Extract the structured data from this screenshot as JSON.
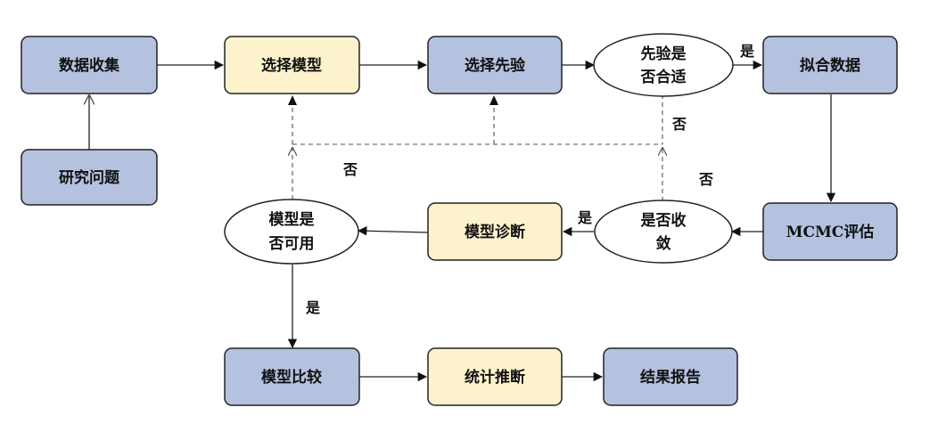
{
  "colors": {
    "blue_node": "#b4c2e0",
    "yellow_node": "#fcf3cd",
    "decision_node": "#ffffff",
    "line": "#222222"
  },
  "nodes": {
    "collect": {
      "label": "数据收集"
    },
    "research": {
      "label": "研究问题"
    },
    "select_model": {
      "label": "选择模型"
    },
    "select_prior": {
      "label": "选择先验"
    },
    "prior_ok": {
      "line1": "先验是",
      "line2": "否合适"
    },
    "fit": {
      "label": "拟合数据"
    },
    "mcmc": {
      "label": "MCMC评估"
    },
    "converge": {
      "line1": "是否收",
      "line2": "敛"
    },
    "diagnose": {
      "label": "模型诊断"
    },
    "usable": {
      "line1": "模型是",
      "line2": "否可用"
    },
    "compare": {
      "label": "模型比较"
    },
    "inference": {
      "label": "统计推断"
    },
    "report": {
      "label": "结果报告"
    }
  },
  "edge_labels": {
    "prior_yes": "是",
    "prior_no": "否",
    "converge_no": "否",
    "converge_yes": "是",
    "usable_no": "否",
    "usable_yes": "是"
  }
}
